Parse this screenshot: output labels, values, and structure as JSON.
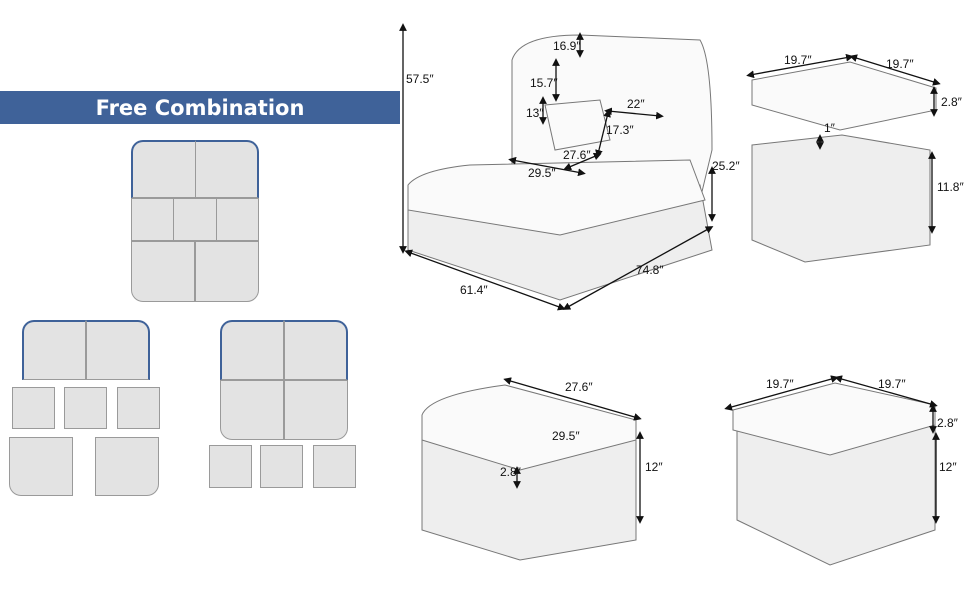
{
  "banner": {
    "title": "Free Combination"
  },
  "daybed": {
    "height": "57.5″",
    "canopy_top": "16.9″",
    "canopy_mid": "15.7″",
    "back_gap": "13″",
    "pillow_width": "22″",
    "pillow_height": "17.3″",
    "seat_depth": "27.6″",
    "seat_width": "29.5″",
    "seat_height": "25.2″",
    "depth": "61.4″",
    "width": "74.8″"
  },
  "lift_ottoman": {
    "width": "19.7″",
    "depth": "19.7″",
    "cushion": "2.8″",
    "lift": "1″",
    "height": "11.8″"
  },
  "rect_ottoman": {
    "depth": "27.6″",
    "width": "29.5″",
    "cushion": "2.8″",
    "height": "12″"
  },
  "square_ottoman": {
    "width": "19.7″",
    "depth": "19.7″",
    "cushion": "2.8″",
    "height": "12″"
  }
}
